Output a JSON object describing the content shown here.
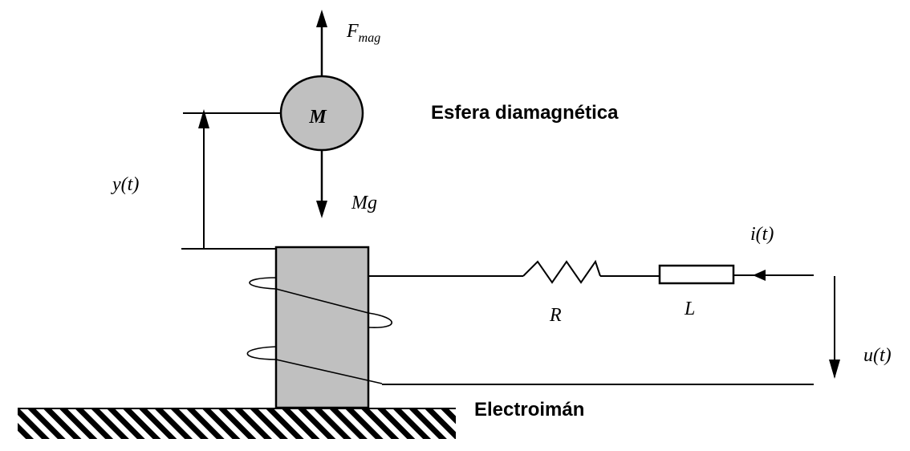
{
  "labels": {
    "f_mag_main": "F",
    "f_mag_sub": "mag",
    "mass": "M",
    "gravity_force": "Mg",
    "position": "y(t)",
    "current": "i(t)",
    "voltage": "u(t)",
    "resistor": "R",
    "inductor": "L",
    "sphere_caption": "Esfera diamagnética",
    "magnet_caption": "Electroimán"
  },
  "colors": {
    "line": "#000000",
    "sphere_fill": "#c0c0c0",
    "magnet_fill": "#c0c0c0",
    "background": "#ffffff"
  }
}
